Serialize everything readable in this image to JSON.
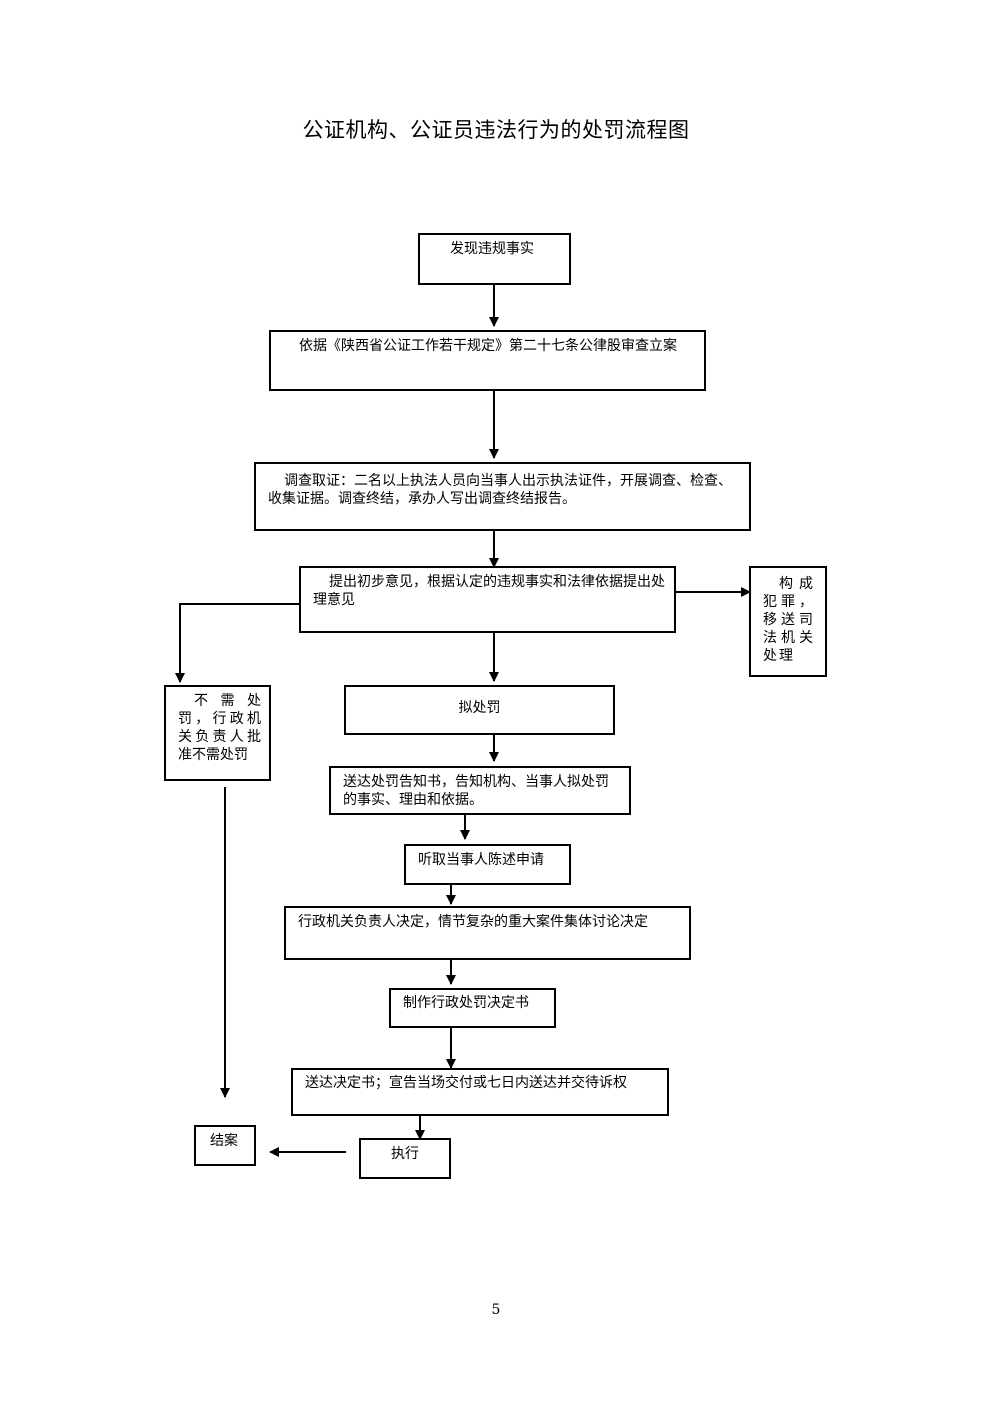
{
  "title": "公证机构、公证员违法行为的处罚流程图",
  "steps": {
    "discover": "发现违规事实",
    "file_case": "依据《陕西省公证工作若干规定》第二十七条公律股审查立案",
    "investigate": "调查取证：二名以上执法人员向当事人出示执法证件，开展调查、检查、收集证据。调查终结，承办人写出调查终结报告。",
    "opinion": "提出初步意见，根据认定的违规事实和法律依据提出处理意见",
    "crime": "构成犯罪，移送司法机关处理",
    "no_penalty": "不需处罚，行政机关负责人批准不需处罚",
    "propose": "拟处罚",
    "notice": "送达处罚告知书，告知机构、当事人拟处罚的事实、理由和依据。",
    "hearing": "听取当事人陈述申请",
    "decide": "行政机关负责人决定，情节复杂的重大案件集体讨论决定",
    "make_decision": "制作行政处罚决定书",
    "deliver": "送达决定书；宣告当场交付或七日内送达并交待诉权",
    "execute": "执行",
    "close": "结案"
  },
  "page_number": "5"
}
